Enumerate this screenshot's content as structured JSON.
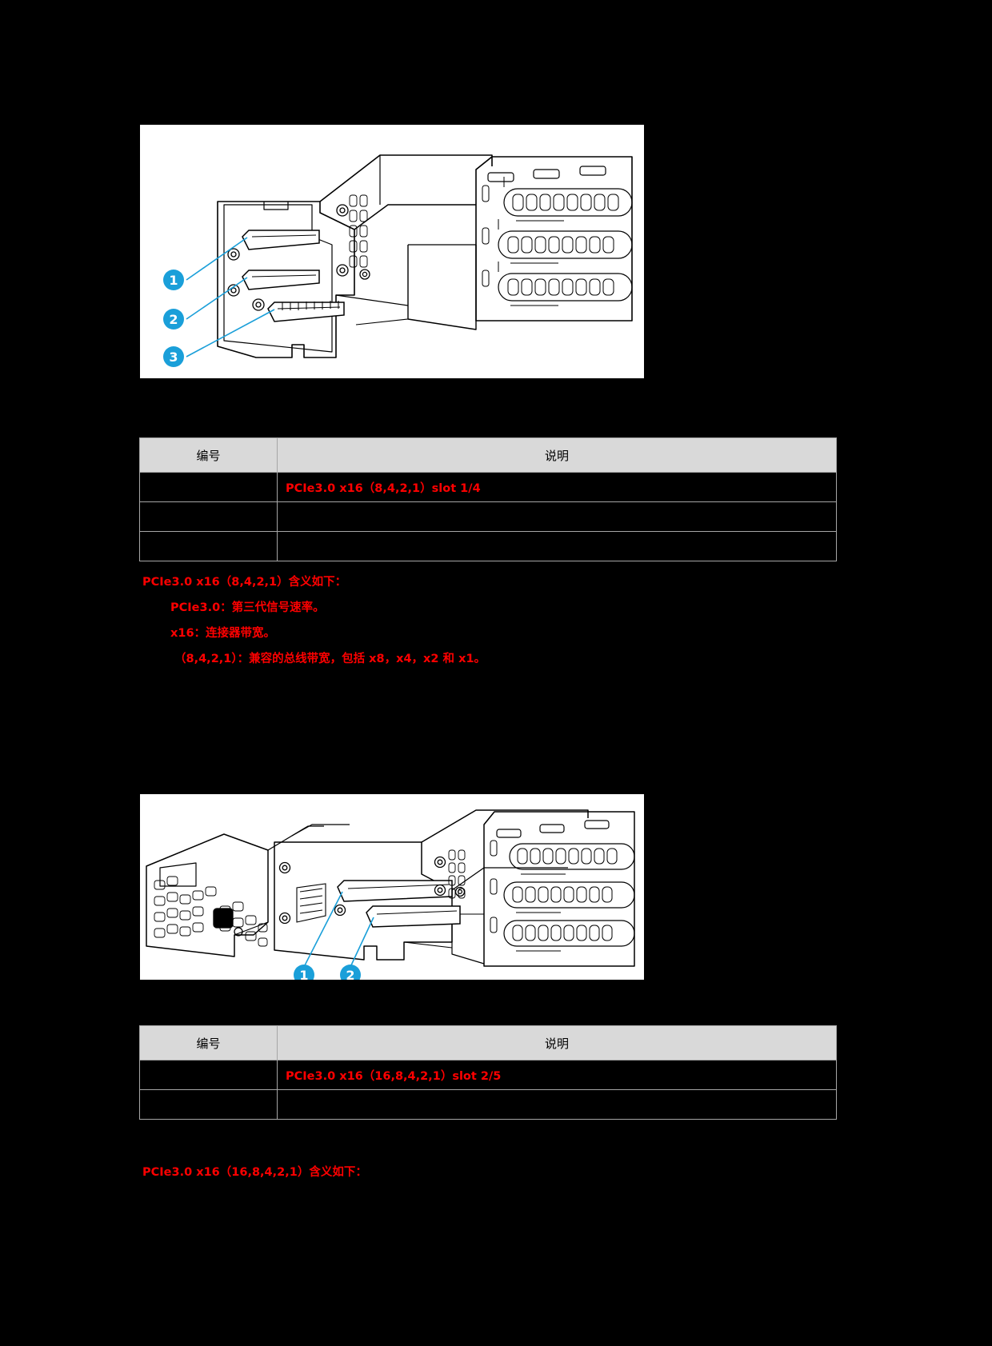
{
  "page": {
    "background": "#000000",
    "accent_blue": "#1a9fd9",
    "note_red": "#ff0000",
    "table_header_bg": "#d9d9d9",
    "table_border": "#a6a6a6"
  },
  "figure_1": {
    "caption": "",
    "callouts": [
      {
        "id": "1",
        "label": "1"
      },
      {
        "id": "2",
        "label": "2"
      },
      {
        "id": "3",
        "label": "3"
      }
    ]
  },
  "figure_2": {
    "caption": "",
    "callouts": [
      {
        "id": "1",
        "label": "1"
      },
      {
        "id": "2",
        "label": "2"
      }
    ]
  },
  "table_1": {
    "headers": [
      "编号",
      "说明"
    ],
    "rows": [
      {
        "num": "",
        "desc": "PCIe3.0 x16（8,4,2,1）slot 1/4"
      },
      {
        "num": "",
        "desc": ""
      },
      {
        "num": "",
        "desc": ""
      }
    ]
  },
  "table_2": {
    "headers": [
      "编号",
      "说明"
    ],
    "rows": [
      {
        "num": "",
        "desc": "PCIe3.0 x16（16,8,4,2,1）slot 2/5"
      },
      {
        "num": "",
        "desc": ""
      }
    ]
  },
  "note_1": {
    "lines": [
      {
        "text": "PCIe3.0 x16（8,4,2,1）含义如下：",
        "indent": 0
      },
      {
        "text": "PCIe3.0：第三代信号速率。",
        "indent": 1
      },
      {
        "text": "x16：连接器带宽。",
        "indent": 1
      },
      {
        "text": "（8,4,2,1）：兼容的总线带宽，包括 x8，x4，x2 和 x1。",
        "indent": 2
      }
    ]
  },
  "note_2": {
    "lines": [
      {
        "text": "PCIe3.0 x16（16,8,4,2,1）含义如下：",
        "indent": 0
      }
    ]
  }
}
